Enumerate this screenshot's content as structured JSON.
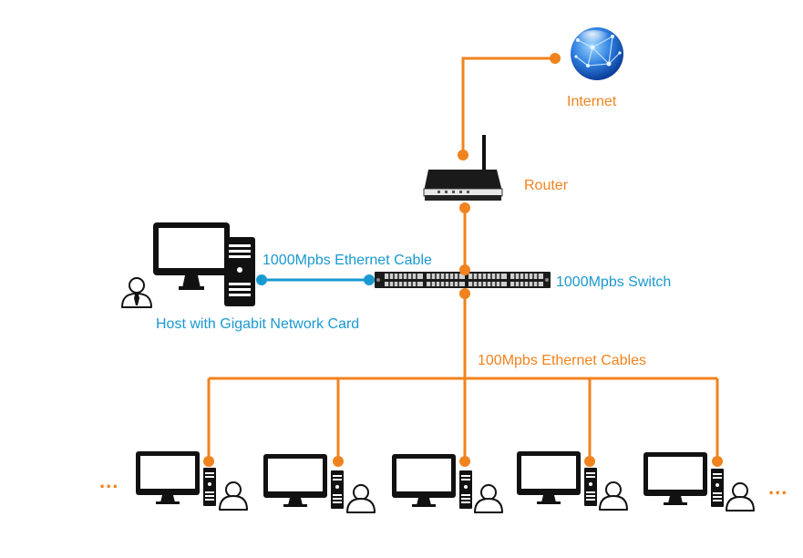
{
  "colors": {
    "orange": "#f0831e",
    "blue": "#1a99d0",
    "device": "#111111"
  },
  "labels": {
    "internet": "Internet",
    "router": "Router",
    "switch": "1000Mpbs Switch",
    "host_cable": "1000Mpbs Ethernet Cable",
    "host": "Host with Gigabit Network Card",
    "client_cables": "100Mpbs Ethernet Cables",
    "ellipsis_left": "...",
    "ellipsis_right": "..."
  },
  "icons": {
    "internet": "globe-icon",
    "router": "router-icon",
    "switch": "network-switch-icon",
    "host": "desktop-computer-icon",
    "user": "user-icon"
  },
  "client_count": 5
}
